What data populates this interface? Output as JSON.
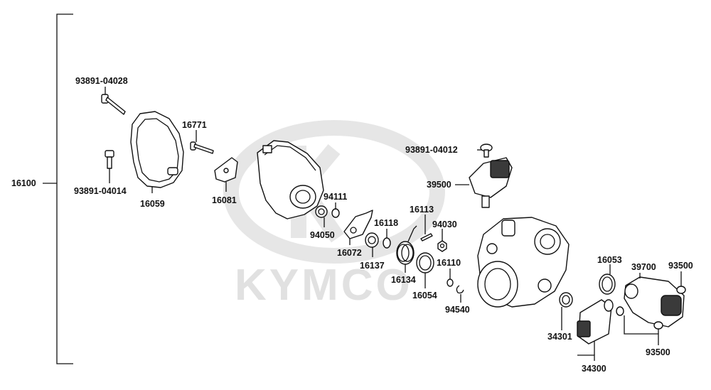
{
  "watermark": {
    "brand": "KYMCO"
  },
  "labels": {
    "assembly": "16100",
    "bolt_top": "93891-04028",
    "bolt_left": "93891-04014",
    "cover": "16059",
    "pin_16771": "16771",
    "plate_16081": "16081",
    "washer_94111": "94111",
    "collar_94050": "94050",
    "lever_16072": "16072",
    "bush_16118": "16118",
    "collar_16137": "16137",
    "spring_16134": "16134",
    "pin_16113": "16113",
    "nut_94030": "94030",
    "oring_16054": "16054",
    "clip_16110": "16110",
    "clip_94540": "94540",
    "screw_sensor": "93891-04012",
    "sensor_39500": "39500",
    "oring_16053": "16053",
    "actuator_39700": "39700",
    "screw_93500_top": "93500",
    "screw_93500_bottom": "93500",
    "oring_34301": "34301",
    "injector_34300": "34300"
  }
}
